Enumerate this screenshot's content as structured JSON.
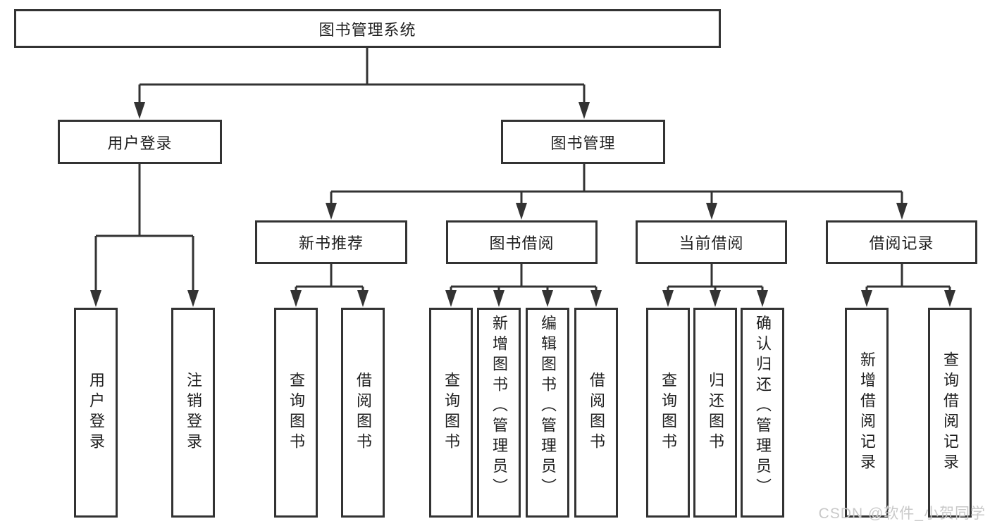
{
  "diagram": {
    "type": "hierarchy",
    "root": {
      "label": "图书管理系统"
    },
    "level2": [
      {
        "id": "user-login-module",
        "label": "用户登录"
      },
      {
        "id": "book-management-module",
        "label": "图书管理"
      }
    ],
    "level3": [
      {
        "id": "new-book-recommend",
        "label": "新书推荐",
        "parent": "图书管理"
      },
      {
        "id": "book-borrowing",
        "label": "图书借阅",
        "parent": "图书管理"
      },
      {
        "id": "current-borrowing",
        "label": "当前借阅",
        "parent": "图书管理"
      },
      {
        "id": "borrowing-records",
        "label": "借阅记录",
        "parent": "图书管理"
      }
    ],
    "leaves": [
      {
        "label": "用户登录",
        "parent": "用户登录"
      },
      {
        "label": "注销登录",
        "parent": "用户登录"
      },
      {
        "label": "查询图书",
        "parent": "新书推荐"
      },
      {
        "label": "借阅图书",
        "parent": "新书推荐"
      },
      {
        "label": "查询图书",
        "parent": "图书借阅"
      },
      {
        "label": "新增图书（管理员）",
        "parent": "图书借阅"
      },
      {
        "label": "编辑图书（管理员）",
        "parent": "图书借阅"
      },
      {
        "label": "借阅图书",
        "parent": "图书借阅"
      },
      {
        "label": "查询图书",
        "parent": "当前借阅"
      },
      {
        "label": "归还图书",
        "parent": "当前借阅"
      },
      {
        "label": "确认归还（管理员）",
        "parent": "当前借阅"
      },
      {
        "label": "新增借阅记录",
        "parent": "借阅记录"
      },
      {
        "label": "查询借阅记录",
        "parent": "借阅记录"
      }
    ]
  },
  "watermark": {
    "text": "CSDN @软件_小贺同学"
  },
  "colors": {
    "line": "#333333",
    "text": "#1f1f1f",
    "background": "#ffffff",
    "watermark": "#c9c9c9"
  }
}
